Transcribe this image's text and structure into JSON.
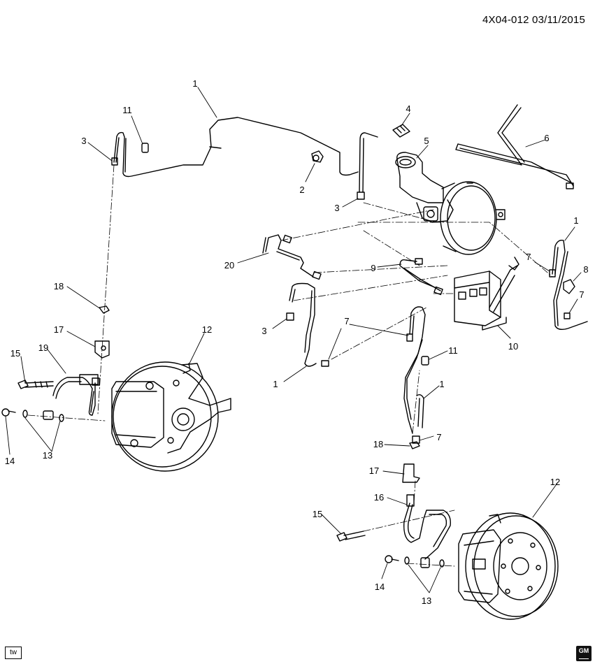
{
  "document_id": "4X04-012 03/11/2015",
  "corner_badge": "tw",
  "brand_logo": "GM",
  "colors": {
    "line": "#000000",
    "background": "#ffffff"
  },
  "callouts": [
    {
      "n": "1"
    },
    {
      "n": "11"
    },
    {
      "n": "3"
    },
    {
      "n": "4"
    },
    {
      "n": "5"
    },
    {
      "n": "6"
    },
    {
      "n": "2"
    },
    {
      "n": "3"
    },
    {
      "n": "1"
    },
    {
      "n": "7"
    },
    {
      "n": "8"
    },
    {
      "n": "7"
    },
    {
      "n": "20"
    },
    {
      "n": "9"
    },
    {
      "n": "18"
    },
    {
      "n": "3"
    },
    {
      "n": "7"
    },
    {
      "n": "10"
    },
    {
      "n": "17"
    },
    {
      "n": "12"
    },
    {
      "n": "15"
    },
    {
      "n": "19"
    },
    {
      "n": "11"
    },
    {
      "n": "1"
    },
    {
      "n": "1"
    },
    {
      "n": "14"
    },
    {
      "n": "13"
    },
    {
      "n": "18"
    },
    {
      "n": "7"
    },
    {
      "n": "17"
    },
    {
      "n": "16"
    },
    {
      "n": "12"
    },
    {
      "n": "15"
    },
    {
      "n": "14"
    },
    {
      "n": "13"
    }
  ]
}
